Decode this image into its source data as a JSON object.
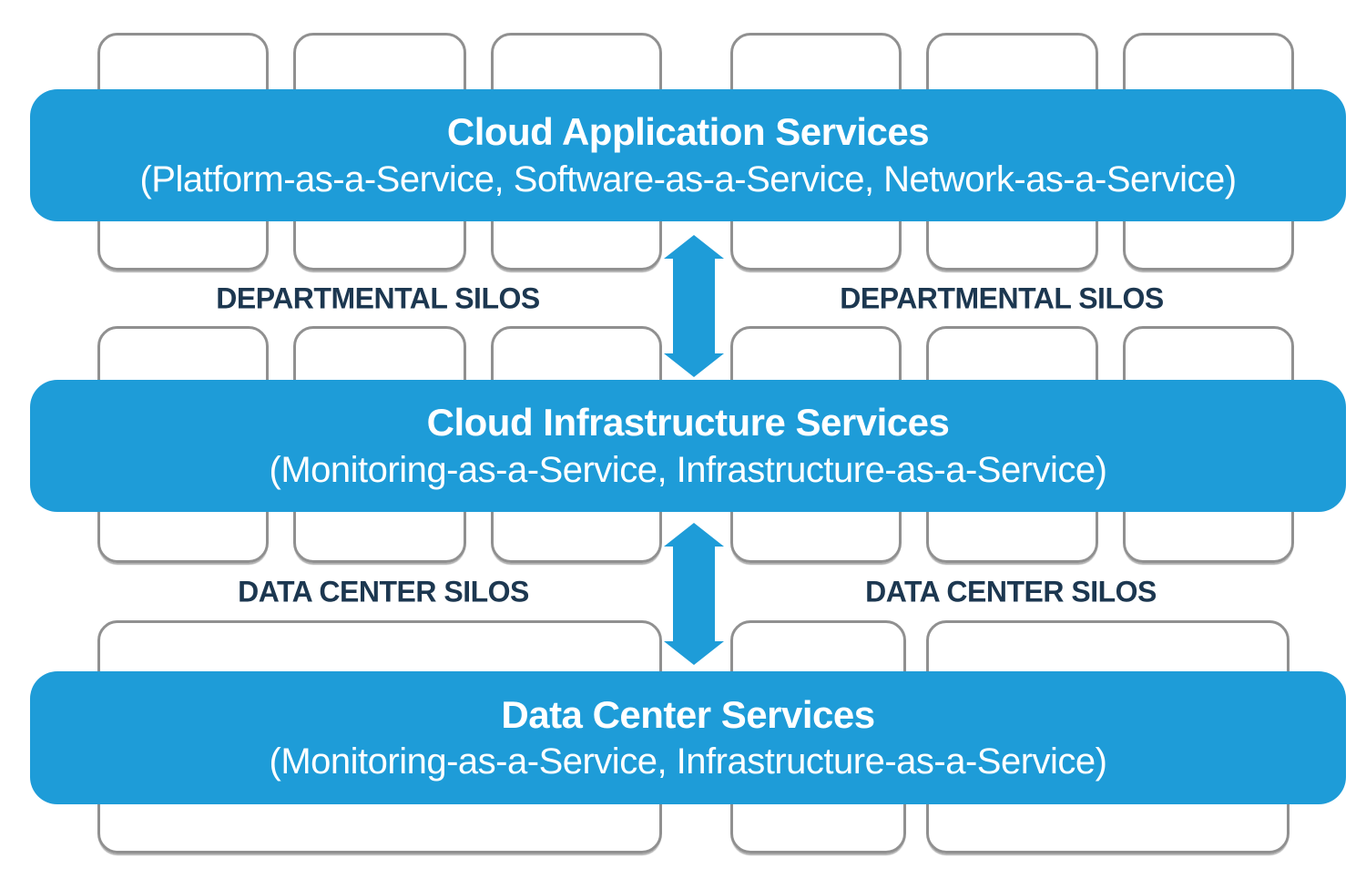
{
  "diagram": {
    "bands": [
      {
        "title": "Cloud Application Services",
        "subtitle": "(Platform-as-a-Service, Software-as-a-Service, Network-as-a-Service)"
      },
      {
        "title": "Cloud Infrastructure Services",
        "subtitle": "(Monitoring-as-a-Service, Infrastructure-as-a-Service)"
      },
      {
        "title": "Data Center Services",
        "subtitle": "(Monitoring-as-a-Service, Infrastructure-as-a-Service)"
      }
    ],
    "silo_labels": [
      {
        "text": "DEPARTMENTAL SILOS",
        "position": "upper-left"
      },
      {
        "text": "DEPARTMENTAL SILOS",
        "position": "upper-right"
      },
      {
        "text": "DATA CENTER SILOS",
        "position": "lower-left"
      },
      {
        "text": "DATA CENTER SILOS",
        "position": "lower-right"
      }
    ],
    "connectors": [
      {
        "icon": "double-vertical-arrow-icon",
        "between": [
          "Cloud Application Services",
          "Cloud Infrastructure Services"
        ]
      },
      {
        "icon": "double-vertical-arrow-icon",
        "between": [
          "Cloud Infrastructure Services",
          "Data Center Services"
        ]
      }
    ],
    "silo_boxes": {
      "top_row_count": 6,
      "middle_row_count": 6,
      "bottom_row_count": 3
    },
    "colors": {
      "band_fill": "#1e9cd8",
      "band_text": "#ffffff",
      "silo_label_text": "#1c3750",
      "silo_box_border": "#909090",
      "background": "#ffffff"
    }
  }
}
